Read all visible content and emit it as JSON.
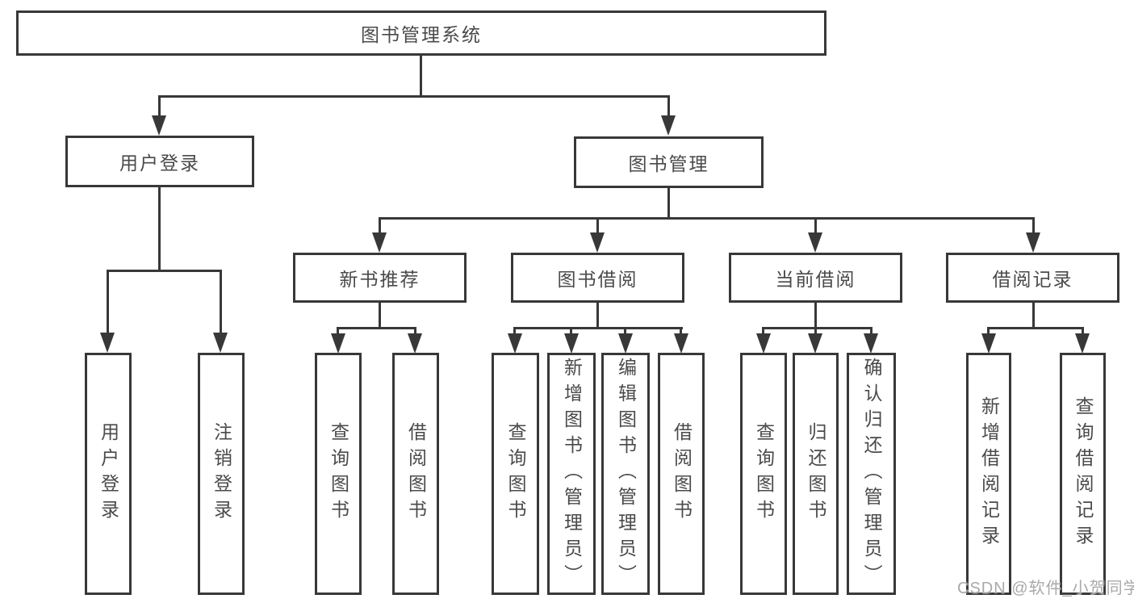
{
  "diagram": {
    "root": {
      "label": "图书管理系统"
    },
    "level2": [
      {
        "label": "用户登录"
      },
      {
        "label": "图书管理"
      }
    ],
    "level3": [
      {
        "label": "新书推荐"
      },
      {
        "label": "图书借阅"
      },
      {
        "label": "当前借阅"
      },
      {
        "label": "借阅记录"
      }
    ],
    "leaves": [
      {
        "label": "用户登录"
      },
      {
        "label": "注销登录"
      },
      {
        "label": "查询图书"
      },
      {
        "label": "借阅图书"
      },
      {
        "label": "查询图书"
      },
      {
        "label": "新增图书（管理员）"
      },
      {
        "label": "编辑图书（管理员）"
      },
      {
        "label": "借阅图书"
      },
      {
        "label": "查询图书"
      },
      {
        "label": "归还图书"
      },
      {
        "label": "确认归还（管理员）"
      },
      {
        "label": "新增借阅记录"
      },
      {
        "label": "查询借阅记录"
      }
    ]
  },
  "watermark": "CSDN @软件_小贺同学",
  "colors": {
    "line": "#383838",
    "text": "#4a4a4a",
    "watermark": "#a9a9a9",
    "background": "#ffffff"
  }
}
